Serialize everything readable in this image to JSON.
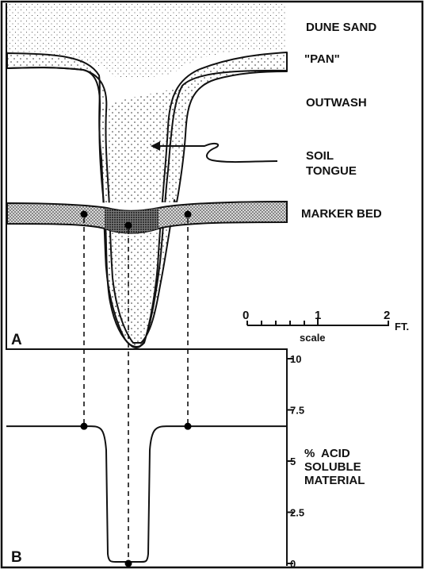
{
  "panel_a": {
    "letter": "A",
    "labels": {
      "dune_sand": "DUNE SAND",
      "pan": "\"PAN\"",
      "outwash": "OUTWASH",
      "soil": "SOIL",
      "tongue": "TONGUE",
      "marker_bed": "MARKER BED"
    },
    "scale": {
      "ticks": [
        "0",
        "1",
        "2"
      ],
      "unit": "FT.",
      "caption": "scale"
    }
  },
  "panel_b": {
    "letter": "B",
    "axis_ticks": [
      "10",
      "7.5",
      "5",
      "2.5",
      "0"
    ],
    "axis_title": [
      "%",
      "ACID",
      "SOLUBLE",
      "MATERIAL"
    ]
  },
  "colors": {
    "ink": "#111111",
    "paper": "#ffffff"
  },
  "chart_data": {
    "type": "line",
    "ylabel": "% ACID SOLUBLE MATERIAL",
    "ylim": [
      0,
      10
    ],
    "yticks": [
      0,
      2.5,
      5,
      7.5,
      10
    ],
    "series": [
      {
        "points_y": [
          6.7,
          6.7,
          6.6,
          0.1,
          0.1,
          6.6,
          6.7,
          6.7
        ],
        "marked_samples": [
          {
            "position": "left of tongue",
            "y": 6.7
          },
          {
            "position": "tongue center",
            "y": 0
          },
          {
            "position": "right of tongue",
            "y": 6.7
          }
        ]
      }
    ]
  }
}
